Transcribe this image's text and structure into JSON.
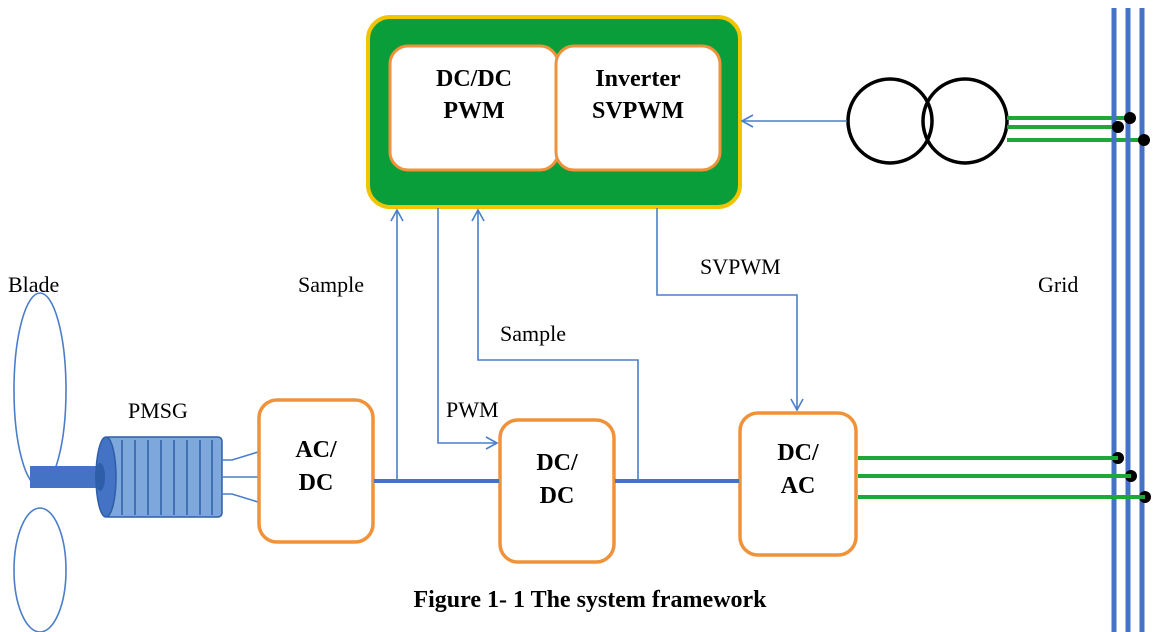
{
  "controller": {
    "dcdc_line1": "DC/DC",
    "dcdc_line2": "PWM",
    "inv_line1": "Inverter",
    "inv_line2": "SVPWM"
  },
  "blocks": {
    "acdc_line1": "AC/",
    "acdc_line2": "DC",
    "dcdc_line1": "DC/",
    "dcdc_line2": "DC",
    "dcac_line1": "DC/",
    "dcac_line2": "AC"
  },
  "labels": {
    "blade": "Blade",
    "pmsg": "PMSG",
    "sample_left": "Sample",
    "sample_mid": "Sample",
    "pwm": "PWM",
    "svpwm": "SVPWM",
    "grid": "Grid"
  },
  "caption": "Figure 1- 1 The system framework",
  "colors": {
    "controller_fill": "#0a9e3a",
    "controller_border": "#f2c400",
    "block_border": "#f0923a",
    "signal_line": "#4a7ec8",
    "grid_bus": "#4472c4",
    "ac_line": "#1fa83a"
  }
}
